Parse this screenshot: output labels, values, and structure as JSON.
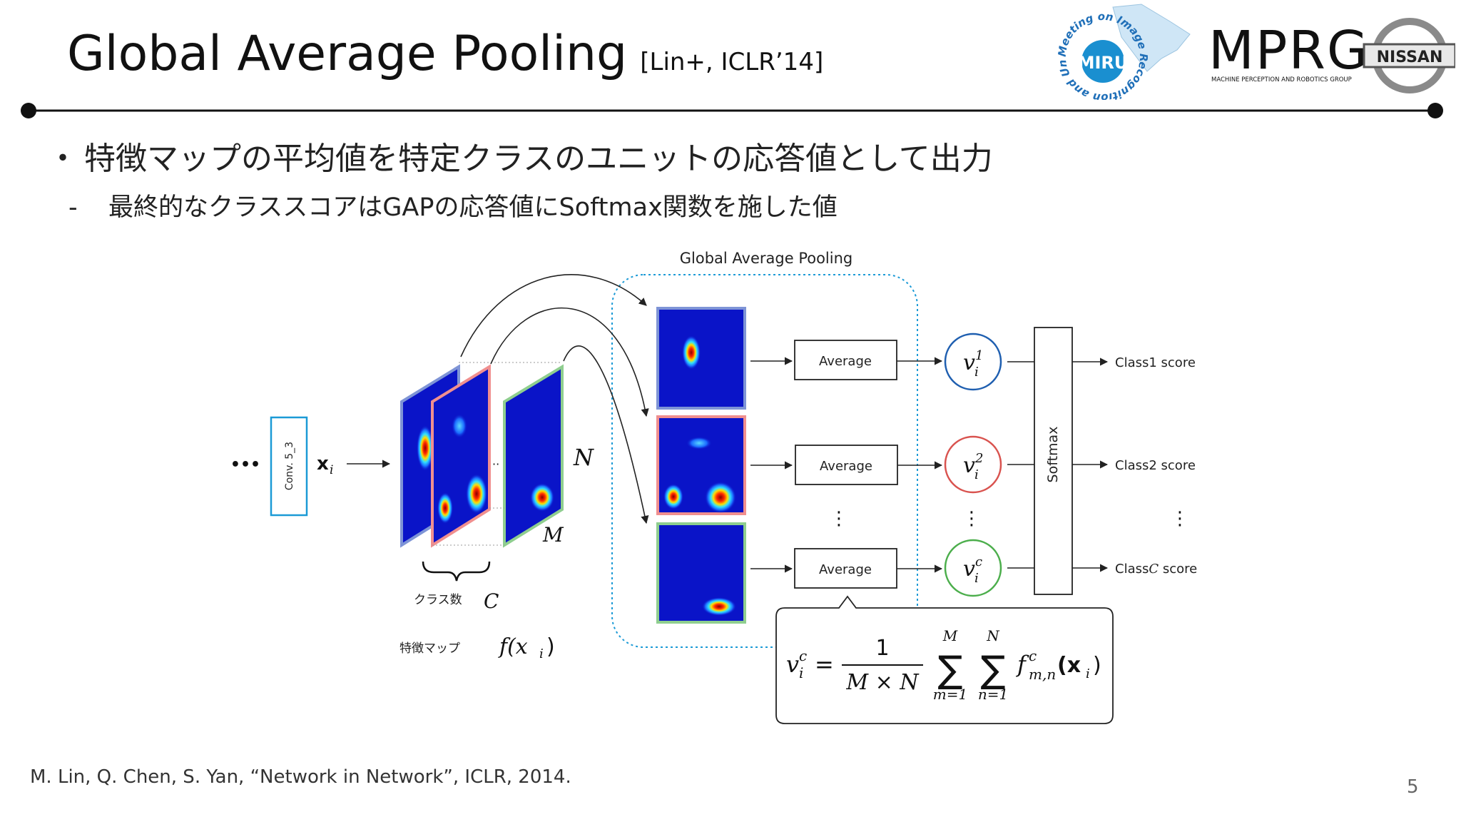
{
  "title": {
    "main": "Global Average Pooling",
    "ref": "[Lin+, ICLR’14]"
  },
  "logos": {
    "miru": {
      "text": "MIRU",
      "ring": "Meeting on Image Recognition and Understanding"
    },
    "mprg": {
      "text": "MPRG",
      "sub": "MACHINE PERCEPTION AND ROBOTICS GROUP"
    },
    "nissan": {
      "text": "NISSAN"
    }
  },
  "bullets": {
    "level1": {
      "mark": "・",
      "text": "特徴マップの平均値を特定クラスのユニットの応答値として出力"
    },
    "level2": {
      "mark": "-",
      "text": "最終的なクラススコアはGAPの応答値にSoftmax関数を施した値"
    }
  },
  "diagram": {
    "gap_label": "Global Average Pooling",
    "ellipsis": "•••",
    "conv_label": "Conv. 5_3",
    "xi": "x",
    "xi_sub": "i",
    "N": "N",
    "M": "M",
    "class_count_label": "クラス数",
    "C": "C",
    "feature_map_label": "特徴マップ",
    "f_xi": "f(x",
    "average_labels": [
      "Average",
      "Average",
      "Average"
    ],
    "v_main": "v",
    "v_sub": "i",
    "v_sups": [
      "1",
      "2",
      "c"
    ],
    "vdots": "⋮",
    "softmax_label": "Softmax",
    "class_scores": [
      {
        "prefix": "Class1",
        "italic": "",
        "suffix": " score"
      },
      {
        "prefix": "Class2",
        "italic": "",
        "suffix": " score"
      },
      {
        "prefix": "Class",
        "italic": "C",
        "suffix": " score"
      }
    ],
    "formula": {
      "lhs": "v",
      "lhs_sup": "c",
      "lhs_sub": "i",
      "equals": "=",
      "numerator": "1",
      "denominator": "M × N",
      "sum1_top": "M",
      "sum1_bottom": "m=1",
      "sum2_top": "N",
      "sum2_bottom": "n=1",
      "sigma": "∑",
      "term": "f",
      "term_sup": "c",
      "term_sub": "m,n",
      "term_arg": "(x",
      "term_arg_sub": "i",
      "term_close": ")"
    },
    "colors": {
      "blue": "#1f5fb0",
      "red": "#d9534f",
      "green": "#4cae4c",
      "cyan": "#1b9ad6",
      "heat_bg": "#0a14c8"
    }
  },
  "citation": "M. Lin, Q. Chen, S. Yan, “Network in Network”, ICLR, 2014.",
  "page_number": "5"
}
